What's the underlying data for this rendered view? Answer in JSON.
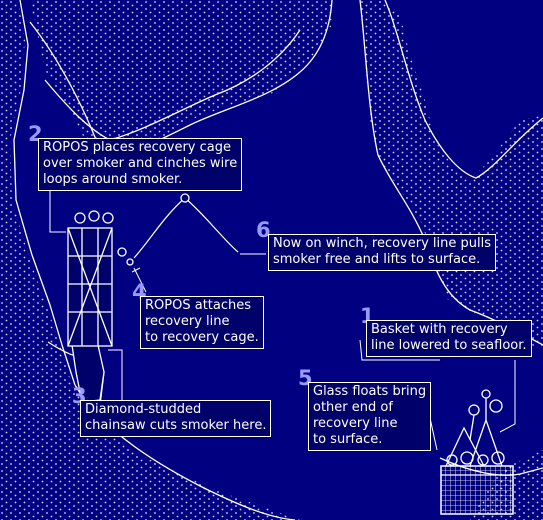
{
  "colors": {
    "background": "#000080",
    "line": "#ffffff",
    "step_number": "#9898ff",
    "label_box": "#00006a"
  },
  "steps": [
    {
      "number": "1",
      "text": "Basket with recovery\nline lowered to seafloor."
    },
    {
      "number": "2",
      "text": "ROPOS places recovery cage\nover smoker and cinches wire\nloops around smoker."
    },
    {
      "number": "3",
      "text": "Diamond-studded\nchainsaw cuts smoker here."
    },
    {
      "number": "4",
      "text": "ROPOS attaches\nrecovery line\nto recovery cage."
    },
    {
      "number": "5",
      "text": "Glass floats bring\nother end of\nrecovery line\nto surface."
    },
    {
      "number": "6",
      "text": "Now on winch, recovery line pulls\nsmoker free and lifts to surface."
    }
  ]
}
